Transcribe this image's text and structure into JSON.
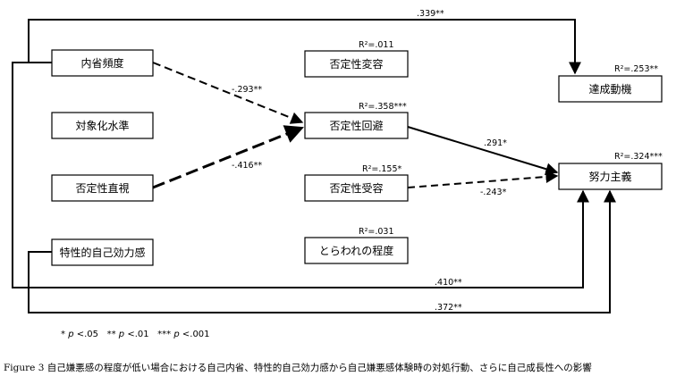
{
  "boxes": {
    "naisei": "内省頻度",
    "taishouka": "対象化水準",
    "hiteisei_chokushi": "否定性直視",
    "tokuseiteki": "特性的自己効力感",
    "hiteisei_henyou": "否定性変容",
    "hiteisei_kaihi": "否定性回避",
    "hiteisei_juyou": "否定性受容",
    "torawaren": "とらわれの程度",
    "tassei": "達成動機",
    "doryoku": "努力主義"
  },
  "r2": {
    "henyou": "R²=.011",
    "kaihi": "R²=.358***",
    "juyou": "R²=.155*",
    "torawaren": "R²=.031",
    "tassei": "R²=.253**",
    "doryoku": "R²=.324***"
  },
  "paths": {
    "top": ".339**",
    "naisei_kaihi": "-.293**",
    "chokushi_kaihi": "-.416**",
    "kaihi_doryoku": ".291*",
    "juyou_doryoku": "-.243*",
    "bottom1": ".410**",
    "bottom2": ".372**"
  },
  "legend": {
    "sig1_stars": "*",
    "sig1_p": "p",
    "sig1_val": "<.05",
    "sig2_stars": "**",
    "sig2_p": "p",
    "sig2_val": "<.01",
    "sig3_stars": "***",
    "sig3_p": "p",
    "sig3_val": "<.001"
  },
  "caption": "Figure 3 自己嫌悪感の程度が低い場合における自己内省、特性的自己効力感から自己嫌悪感体験時の対処行動、さらに自己成長性への影響"
}
